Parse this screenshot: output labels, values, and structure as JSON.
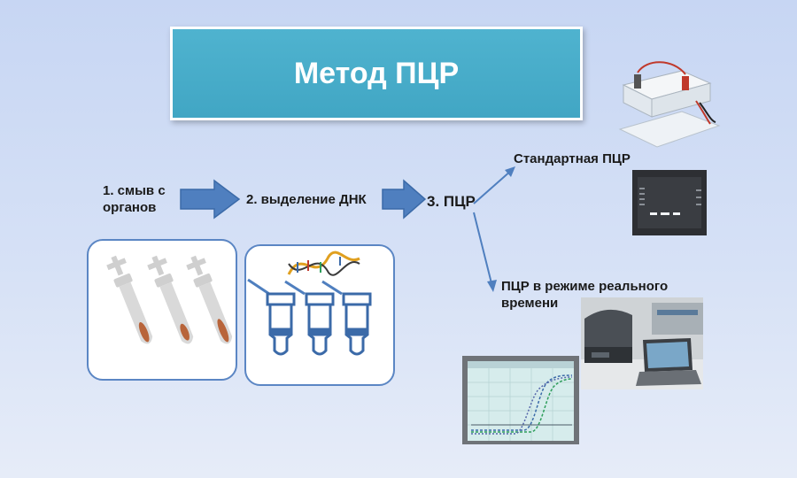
{
  "title": "Метод ПЦР",
  "steps": {
    "step1": "1. смыв с органов",
    "step2": "2. выделение ДНК",
    "step3": "3. ПЦР"
  },
  "branches": {
    "standard": "Стандартная ПЦР",
    "realtime": "ПЦР в режиме реального времени"
  },
  "colors": {
    "title_bg": "#45aac7",
    "arrow_fill": "#4f7fbf",
    "panel_border": "#5b86c4"
  },
  "icons": [
    "test-tube-icon",
    "dna-helix-icon",
    "centrifuge-column-icon",
    "electrophoresis-apparatus-icon",
    "gel-image-icon",
    "realtime-pcr-machine-icon",
    "amplification-plot-icon"
  ]
}
